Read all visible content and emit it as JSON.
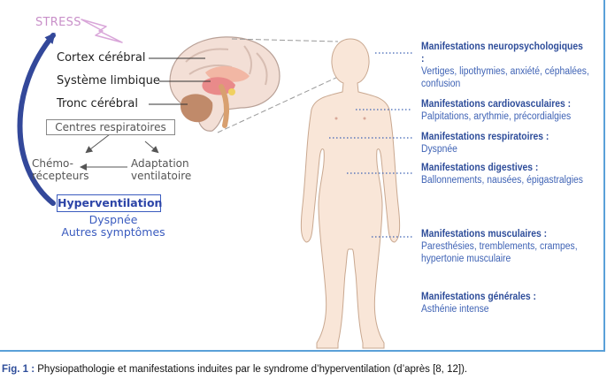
{
  "stress": "STRESS",
  "brain": {
    "cortex": "Cortex cérébral",
    "limbic": "Système limbique",
    "brainstem": "Tronc cérébral"
  },
  "centres": "Centres respiratoires",
  "chemo": {
    "line1": "Chémo-",
    "line2": "récepteurs"
  },
  "adaptation": {
    "line1": "Adaptation",
    "line2": "ventilatoire"
  },
  "hyperventilation": "Hyperventilation",
  "symptoms": {
    "line1": "Dyspnée",
    "line2": "Autres symptômes"
  },
  "manifestations": [
    {
      "title": "Manifestations neuropsychologiques :",
      "lines": [
        "Vertiges, lipothymies, anxiété, céphalées,",
        "confusion"
      ]
    },
    {
      "title": "Manifestations cardiovasculaires :",
      "lines": [
        "Palpitations, arythmie, précordialgies"
      ]
    },
    {
      "title": "Manifestations respiratoires :",
      "lines": [
        "Dyspnée"
      ]
    },
    {
      "title": "Manifestations digestives :",
      "lines": [
        "Ballonnements, nausées, épigastralgies"
      ]
    },
    {
      "title": "Manifestations musculaires :",
      "lines": [
        "Paresthésies, tremblements, crampes,",
        "hypertonie musculaire"
      ]
    },
    {
      "title": "Manifestations générales :",
      "lines": [
        "Asthénie intense"
      ]
    }
  ],
  "caption": {
    "label": "Fig. 1 :",
    "text": " Physiopathologie et manifestations induites par le syndrome d’hyperventilation (d’après [8, 12])."
  },
  "colors": {
    "stress": "#c990c9",
    "accent_blue": "#2e4d9a",
    "arrow_blue": "#33489a",
    "frame": "#5aa0d8",
    "body_fill": "#f9e6d8"
  },
  "icons": [
    "lightning-icon",
    "brain-illustration",
    "human-body-illustration"
  ]
}
